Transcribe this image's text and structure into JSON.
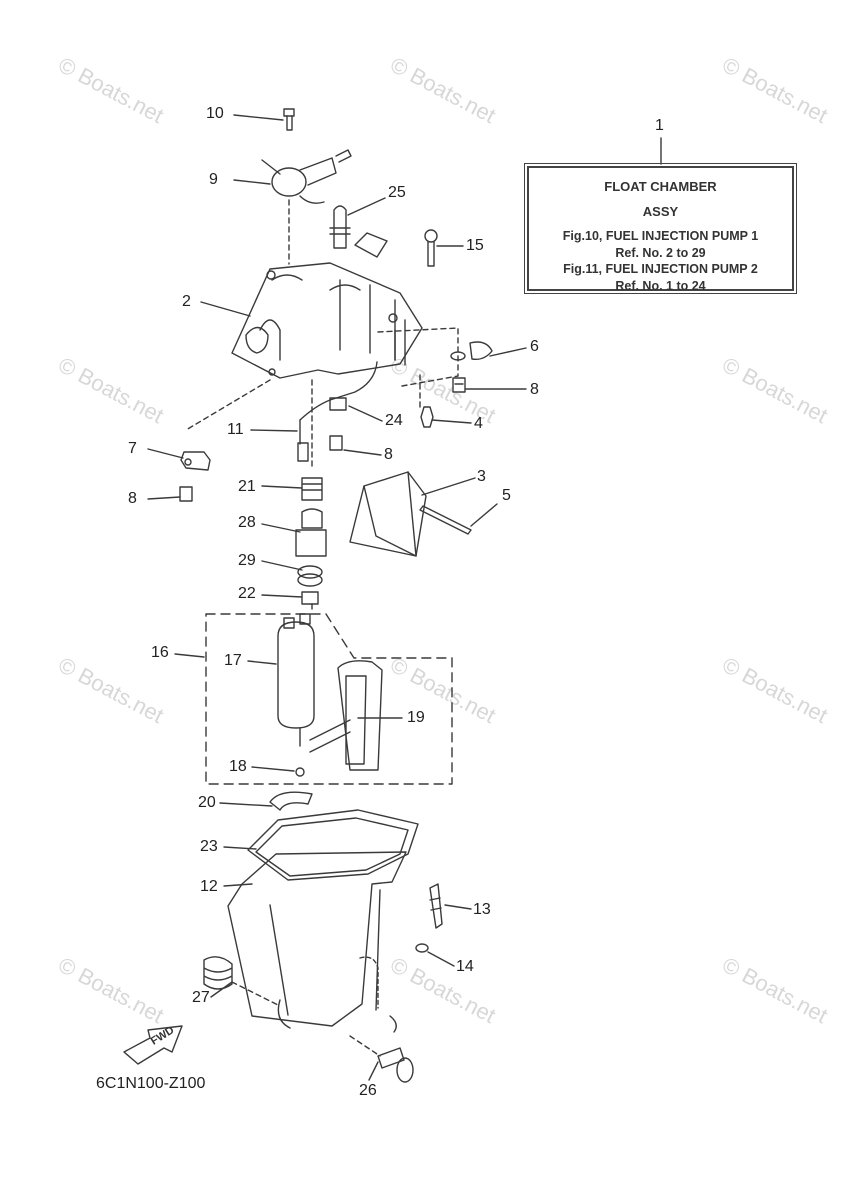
{
  "watermark": "© Boats.net",
  "info_box": {
    "line1": "FLOAT CHAMBER",
    "line2": "ASSY",
    "line3": "Fig.10, FUEL INJECTION PUMP 1",
    "line4": "Ref. No. 2 to 29",
    "line5": "Fig.11, FUEL INJECTION PUMP 2",
    "line6": "Ref. No. 1 to 24"
  },
  "fwd_label": "FWD",
  "diagram_code": "6C1N100-Z100",
  "callouts": [
    "1",
    "2",
    "3",
    "4",
    "5",
    "6",
    "7",
    "8",
    "8",
    "8",
    "9",
    "10",
    "11",
    "12",
    "13",
    "14",
    "15",
    "16",
    "17",
    "18",
    "19",
    "20",
    "21",
    "22",
    "23",
    "24",
    "25",
    "26",
    "27",
    "28",
    "29"
  ],
  "colors": {
    "line": "#3a3a3a",
    "watermark": "#d7d7d7"
  }
}
